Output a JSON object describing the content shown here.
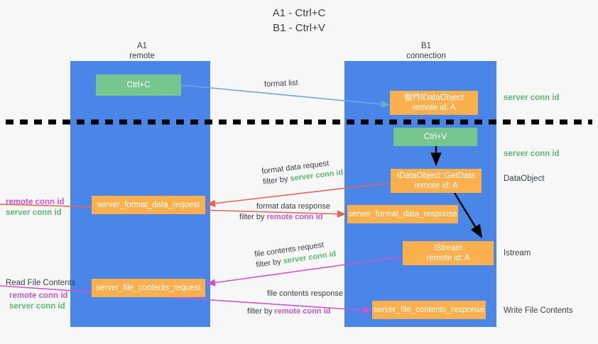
{
  "title": {
    "line1": "A1 - Ctrl+C",
    "line2": "B1 - Ctrl+V"
  },
  "lanes": [
    {
      "name": "A1",
      "sub": "remote"
    },
    {
      "name": "B1",
      "sub": "connection"
    }
  ],
  "boxes": {
    "ctrl_c": "Ctrl+C",
    "ctrl_v": "Ctrl+V",
    "idataobject_top_line1": "伮忴IDataObject",
    "idataobject_top_line2": "remote id: A",
    "getdata_line1": "IDataObject::GetData",
    "getdata_line2": "remote id: A",
    "istream_line1": "IStream",
    "istream_line2": "remote id: A",
    "server_format_data_request": "server_format_data_request",
    "server_format_data_response": "server_format_data_response",
    "server_file_contents_request": "server_file_contents_request",
    "server_file_contents_response": "server_file_contents_response"
  },
  "edges": {
    "format_list": "format list",
    "format_data_request": "format data request",
    "format_data_request_filter_prefix": "filter by ",
    "format_data_request_filter_value": "server conn id",
    "format_data_response": "format data response",
    "format_data_response_filter_prefix": "filter by ",
    "format_data_response_filter_value": "remote conn id",
    "file_contents_request": "file contents request",
    "file_contents_request_filter_prefix": "filter by ",
    "file_contents_request_filter_value": "server conn id",
    "file_contents_response": "file contents response",
    "file_contents_response_filter_prefix": "filter by ",
    "file_contents_response_filter_value": "remote conn id"
  },
  "right_labels": {
    "server_conn_id_top": "server conn id",
    "server_conn_id_second": "server conn id",
    "dataobject": "DataObject",
    "istream": "Istream",
    "write_file_contents": "Write File Contents"
  },
  "left_labels": {
    "remote_conn_id_mid": "remote conn id",
    "server_conn_id_mid": "server conn id",
    "read_file_contents": "Read File Contents",
    "remote_conn_id_low": "remote conn id",
    "server_conn_id_low": "server conn id"
  },
  "colors": {
    "lane": "#4a86e8",
    "green_box": "#76c68f",
    "orange_box": "#fbb04d",
    "server_conn_id": "#5bb974",
    "remote_conn_id": "#cc56d2",
    "divider": "#000000",
    "arrow_blue": "#6fa8dc",
    "arrow_red": "#e8645a",
    "arrow_magenta": "#cc56d2",
    "arrow_black": "#000000",
    "background": "#f7f7f7"
  }
}
